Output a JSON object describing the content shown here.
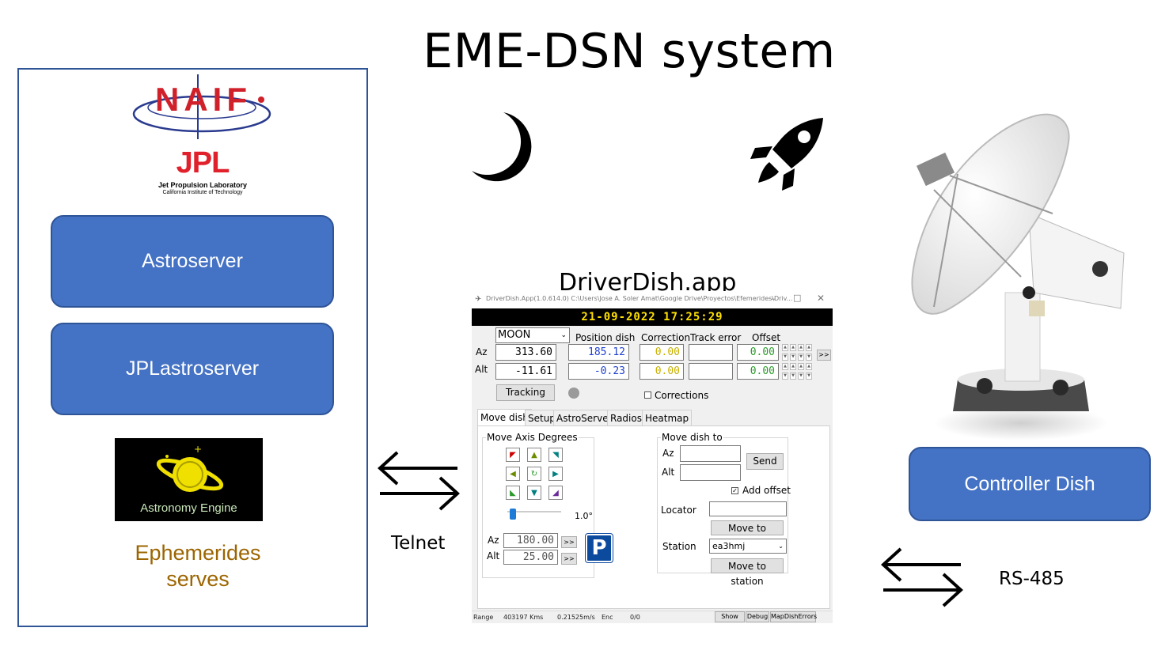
{
  "title": "EME-DSN system",
  "left_panel": {
    "naif_logo": "NAIF",
    "jpl_logo": "JPL",
    "jpl_line1": "Jet Propulsion Laboratory",
    "jpl_line2": "California Institute of Technology",
    "box1": "Astroserver",
    "box2": "JPLastroserver",
    "engine_label": "Astronomy Engine",
    "ephemerides_line1": "Ephemerides",
    "ephemerides_line2": "serves"
  },
  "app_title": "DriverDish.app",
  "telnet_label": "Telnet",
  "rs485_label": "RS-485",
  "controller_label": "Controller Dish",
  "colors": {
    "blue_box": "#4472c4",
    "blue_border": "#2f5597",
    "ephemerides": "#9c6500",
    "clock_text": "#ffe000"
  },
  "app": {
    "window_title": "DriverDish.App(1.0.614.0) C:\\Users\\Jose A. Soler Amat\\Google Drive\\Proyectos\\Efemerides\\Driv...",
    "datetime": "21-09-2022 17:25:29",
    "target": "MOON",
    "hdr_position": "Position dish",
    "hdr_correction": "Correction",
    "hdr_track": "Track error",
    "hdr_offset": "Offset",
    "az_label": "Az",
    "alt_label": "Alt",
    "az_value": "313.60",
    "alt_value": "-11.61",
    "pos_az": "185.12",
    "pos_alt": "-0.23",
    "corr_az": "0.00",
    "corr_alt": "0.00",
    "off_az": "0.00",
    "off_alt": "0.00",
    "fwd": ">>",
    "tracking_btn": "Tracking",
    "corrections_label": "Corrections",
    "tabs": [
      "Move dish",
      "Setup",
      "AstroServer",
      "Radios",
      "Heatmap"
    ],
    "move_axis_label": "Move Axis Degrees",
    "step_value": "1.0°",
    "park_az": "180.00",
    "park_alt": "25.00",
    "park_icon": "P",
    "move_to_label": "Move dish to",
    "send_btn": "Send",
    "add_offset_label": "Add offset",
    "locator_label": "Locator",
    "move_locator_btn": "Move to locator",
    "station_label": "Station",
    "station_value": "ea3hmj",
    "move_station_btn": "Move to station",
    "status": {
      "range_label": "Range",
      "range_value": "403197 Kms",
      "speed": "0.21525m/s",
      "enc_label": "Enc",
      "enc_value": "0/0",
      "show_log": "Show log",
      "debug": "Debug",
      "map_errors": "MapDishErrors"
    }
  }
}
